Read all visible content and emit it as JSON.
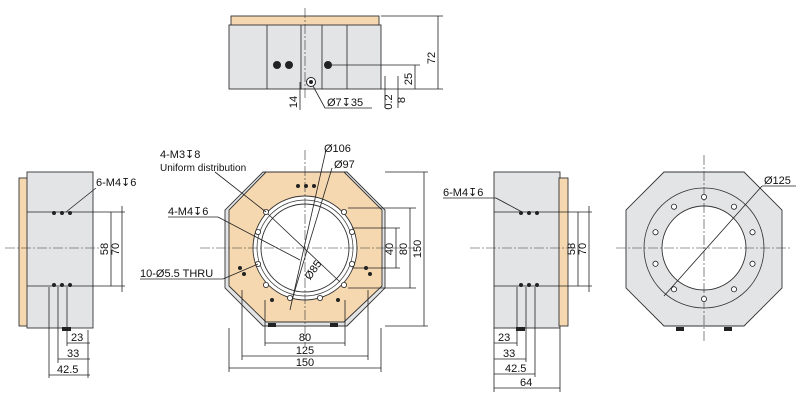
{
  "colors": {
    "body": "#e3e4e6",
    "face": "#f5d7b0",
    "line": "#222222"
  },
  "top_view": {
    "dims": [
      "72",
      "25",
      "14",
      "0.2",
      "8"
    ],
    "bore_note": "Ø7↧35"
  },
  "front_view": {
    "labels": {
      "m3": "4-M3↧8",
      "uniform": "Uniform distribution",
      "m4": "4-M4↧6",
      "thru": "10-Ø5.5 THRU",
      "d106": "Ø106",
      "d97": "Ø97",
      "d85": "Ø85"
    },
    "dims": {
      "w80": "80",
      "w125": "125",
      "w150": "150",
      "h40": "40",
      "h80": "80",
      "h150": "150"
    }
  },
  "left_view": {
    "note": "6-M4↧6",
    "dims": [
      "58",
      "70",
      "23",
      "33",
      "42.5"
    ]
  },
  "right_view": {
    "note": "6-M4↧6",
    "dims": [
      "58",
      "70",
      "23",
      "33",
      "42.5",
      "64"
    ]
  },
  "back_view": {
    "dia": "Ø125"
  }
}
